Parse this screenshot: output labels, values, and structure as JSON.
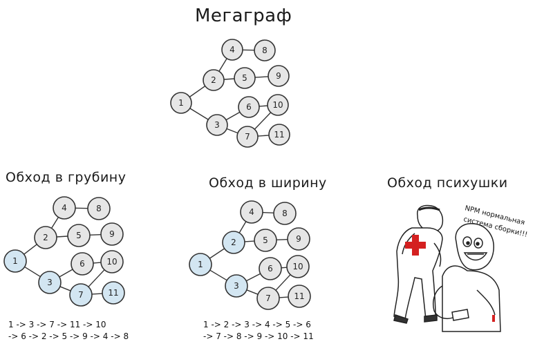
{
  "titles": {
    "main": "Мегаграф",
    "dfs": "Обход в грубину",
    "bfs": "Обход в ширину",
    "psych": "Обход психушки"
  },
  "node_labels": [
    "1",
    "2",
    "3",
    "4",
    "5",
    "6",
    "7",
    "8",
    "9",
    "10",
    "11"
  ],
  "edges": [
    [
      1,
      2
    ],
    [
      1,
      3
    ],
    [
      2,
      4
    ],
    [
      2,
      5
    ],
    [
      4,
      8
    ],
    [
      5,
      9
    ],
    [
      3,
      6
    ],
    [
      3,
      7
    ],
    [
      6,
      10
    ],
    [
      7,
      11
    ],
    [
      7,
      10
    ]
  ],
  "dfs_visited": [
    1,
    3,
    7,
    11
  ],
  "bfs_visited": [
    1,
    2,
    3
  ],
  "sequences": {
    "dfs_line1": "1 -> 3 -> 7 -> 11 -> 10",
    "dfs_line2": "-> 6 -> 2 -> 5 -> 9 -> 4 -> 8",
    "bfs_line1": "1 -> 2 -> 3 -> 4 -> 5 -> 6",
    "bfs_line2": "-> 7 -> 8 -> 9 -> 10 -> 11"
  },
  "comic": {
    "speech": [
      "NPM нормальная",
      "система сборки!!!"
    ]
  },
  "colors": {
    "node_fill": "#e6e6e6",
    "visited_fill": "#d3e6f2",
    "stroke": "#333333",
    "cross": "#d42020"
  }
}
